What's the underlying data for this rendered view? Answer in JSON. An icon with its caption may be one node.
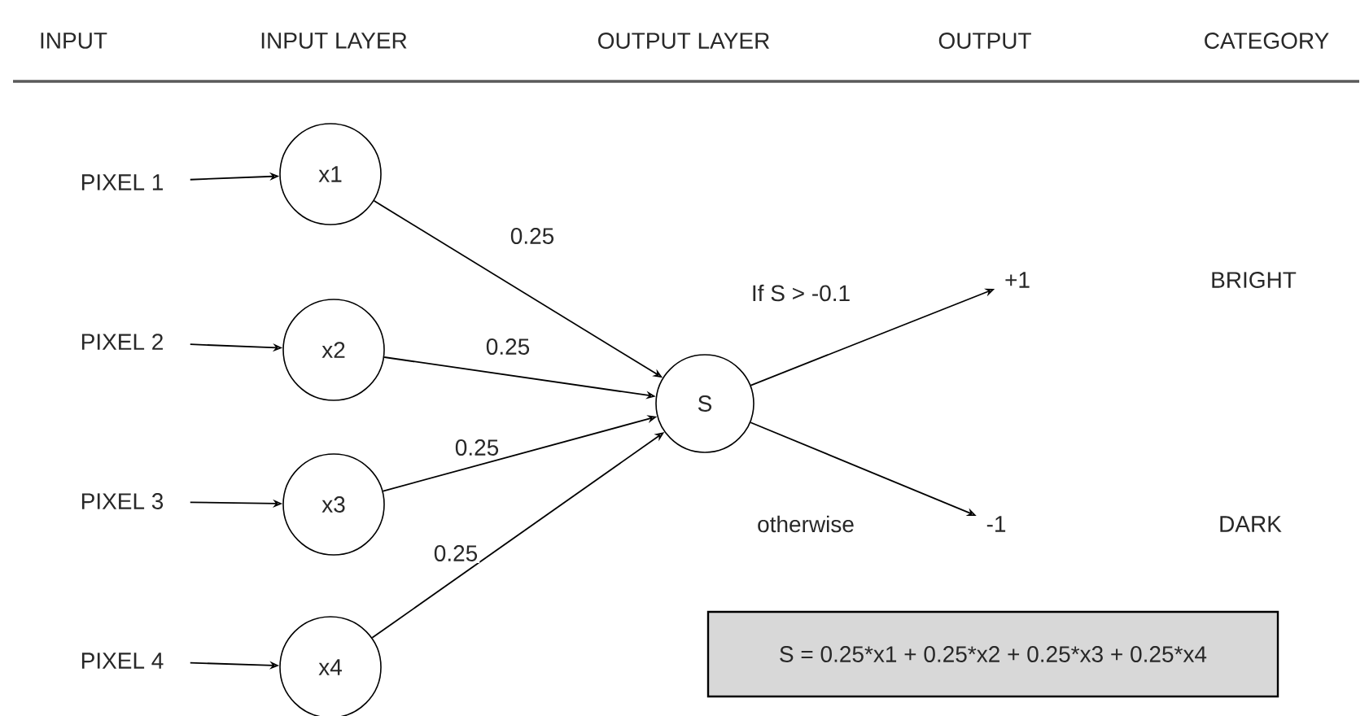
{
  "diagram": {
    "nodes": [
      {
        "text": [
          "PIXEL 1"
        ]
      },
      {
        "text": [
          "PIXEL 2"
        ]
      },
      {
        "text": [
          "PIXEL 3"
        ]
      },
      {
        "text": [
          "PIXEL 4"
        ]
      },
      {
        "text": [
          "x1"
        ]
      },
      {
        "text": [
          "x2"
        ]
      },
      {
        "text": [
          "x3"
        ]
      },
      {
        "text": [
          "x4"
        ]
      },
      {
        "text": [
          "S"
        ]
      },
      {
        "text": [
          "+1"
        ]
      },
      {
        "text": [
          "-1"
        ]
      },
      {
        "text": [
          "S = 0.25*x1 + 0.25*x2 + 0.25*x3 + 0.25*x4"
        ]
      }
    ],
    "edges": [
      {
        "from": 0,
        "to": 4,
        "arrow": "to"
      },
      {
        "from": 1,
        "to": 5,
        "arrow": "to"
      },
      {
        "from": 2,
        "to": 6,
        "arrow": "to"
      },
      {
        "from": 3,
        "to": 7,
        "arrow": "to"
      },
      {
        "from": 4,
        "to": 8,
        "arrow": "to",
        "label": "0.25"
      },
      {
        "from": 5,
        "to": 8,
        "arrow": "to",
        "label": "0.25"
      },
      {
        "from": 6,
        "to": 8,
        "arrow": "to",
        "label": "0.25"
      },
      {
        "from": 7,
        "to": 8,
        "arrow": "to",
        "label": "0.25"
      },
      {
        "from": 8,
        "to": 9,
        "arrow": "to",
        "label": "If  S > -0.1"
      },
      {
        "from": 8,
        "to": 10,
        "arrow": "to",
        "label": "otherwise"
      }
    ],
    "labels": [
      "INPUT",
      "INPUT LAYER",
      "OUTPUT LAYER",
      "OUTPUT",
      "CATEGORY",
      "BRIGHT",
      "DARK"
    ]
  }
}
